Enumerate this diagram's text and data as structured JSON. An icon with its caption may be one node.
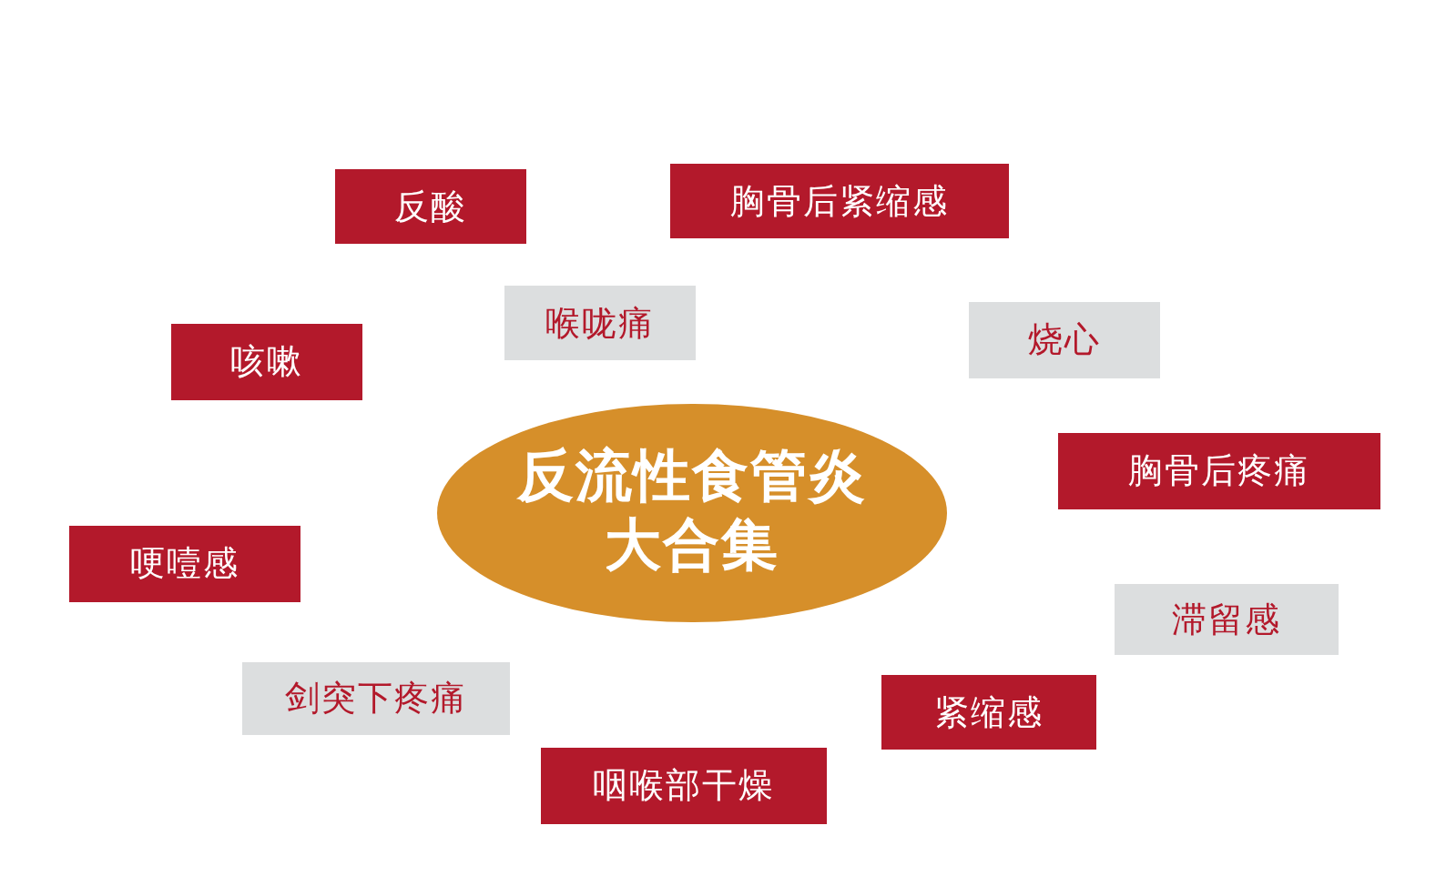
{
  "diagram": {
    "nodes": [
      {
        "text": [
          "胸骨后紧缩感"
        ]
      },
      {
        "text": [
          "反酸"
        ]
      },
      {
        "text": [
          "喉咙痛"
        ]
      },
      {
        "text": [
          "烧心"
        ]
      },
      {
        "text": [
          "咳嗽"
        ]
      },
      {
        "text": [
          "胸骨后疼痛"
        ]
      },
      {
        "text": [
          "反流性食管炎大合集"
        ]
      },
      {
        "text": [
          "哽噎感"
        ]
      },
      {
        "text": [
          "滞留感"
        ]
      },
      {
        "text": [
          "剑突下疼痛"
        ]
      },
      {
        "text": [
          "紧缩感"
        ]
      },
      {
        "text": [
          "咽喉部干燥"
        ]
      }
    ]
  }
}
